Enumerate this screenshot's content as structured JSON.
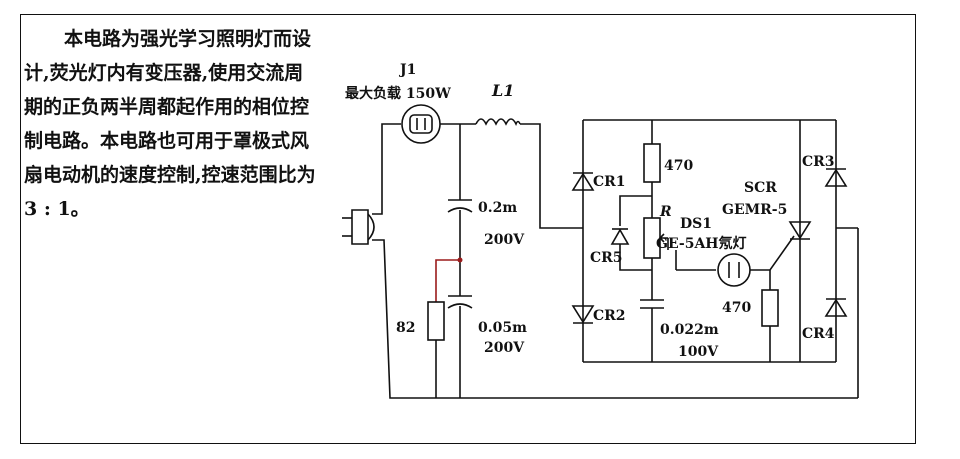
{
  "description": "本电路为强光学习照明灯而设计,荧光灯内有变压器,使用交流周期的正负两半周都起作用的相位控制电路。本电路也可用于罩极式风扇电动机的速度控制,控速范围比为 3 : 1。",
  "labels": {
    "j1": "J1",
    "max_load": "最大负载 150W",
    "l1": "L1",
    "cr1": "CR1",
    "cr2": "CR2",
    "cr3": "CR3",
    "cr4": "CR4",
    "cr5": "CR5",
    "r470_top": "470",
    "r": "R",
    "ds1": "DS1",
    "ds1_type": "GE-5AH氖灯",
    "scr": "SCR",
    "scr_type": "GEMR-5",
    "r470_bottom": "470",
    "c1_value": "0.2m",
    "c1_voltage": "200V",
    "c2_value": "0.05m",
    "c2_voltage": "200V",
    "r82": "82",
    "c3_value": "0.022m",
    "c3_voltage": "100V"
  },
  "colors": {
    "wire": "#111111",
    "accent": "#9b1b1b"
  }
}
